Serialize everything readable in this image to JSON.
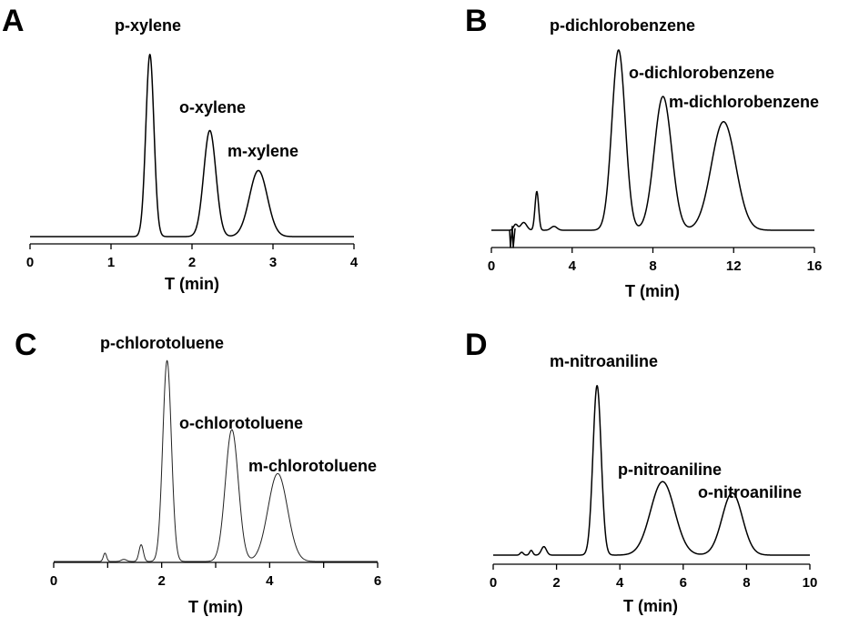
{
  "chart_data": [
    {
      "type": "line",
      "panel": "A",
      "xlabel": "T (min)",
      "xlim": [
        0,
        4
      ],
      "xticks": [
        "0",
        "1",
        "2",
        "3",
        "4"
      ],
      "ylabel": "",
      "peaks": [
        {
          "name": "p-xylene",
          "x": 1.48,
          "height": 0.91,
          "width": 0.05
        },
        {
          "name": "o-xylene",
          "x": 2.22,
          "height": 0.53,
          "width": 0.075
        },
        {
          "name": "m-xylene",
          "x": 2.82,
          "height": 0.33,
          "width": 0.11
        }
      ],
      "baseline": 0.0
    },
    {
      "type": "line",
      "panel": "B",
      "xlabel": "T (min)",
      "xlim": [
        0,
        16
      ],
      "xticks": [
        "0",
        "4",
        "8",
        "12",
        "16"
      ],
      "ylabel": "",
      "peaks": [
        {
          "name": "p-dichlorobenzene",
          "x": 6.3,
          "height": 0.93,
          "width": 0.33
        },
        {
          "name": "o-dichlorobenzene",
          "x": 8.5,
          "height": 0.69,
          "width": 0.43
        },
        {
          "name": "m-dichlorobenzene",
          "x": 11.5,
          "height": 0.56,
          "width": 0.6
        }
      ],
      "minor_peaks": [
        {
          "x": 1.2,
          "height": 0.03,
          "width": 0.1
        },
        {
          "x": 1.6,
          "height": 0.04,
          "width": 0.15
        },
        {
          "x": 2.25,
          "height": 0.2,
          "width": 0.09
        },
        {
          "x": 3.1,
          "height": 0.02,
          "width": 0.15
        }
      ],
      "baseline": 0.0
    },
    {
      "type": "line",
      "panel": "C",
      "xlabel": "T (min)",
      "xlim": [
        0,
        6
      ],
      "xticks": [
        "0",
        "1",
        "2",
        "3",
        "4",
        "5",
        "6"
      ],
      "xtick_labels": [
        "0",
        "2",
        "4",
        "6"
      ],
      "ylabel": "",
      "peaks": [
        {
          "name": "p-chlorotoluene",
          "x": 2.1,
          "height": 0.96,
          "width": 0.08
        },
        {
          "name": "o-chlorotoluene",
          "x": 3.3,
          "height": 0.63,
          "width": 0.12
        },
        {
          "name": "m-chlorotoluene",
          "x": 4.15,
          "height": 0.42,
          "width": 0.18
        }
      ],
      "minor_peaks": [
        {
          "x": 0.95,
          "height": 0.04,
          "width": 0.03
        },
        {
          "x": 1.3,
          "height": 0.01,
          "width": 0.05
        },
        {
          "x": 1.62,
          "height": 0.08,
          "width": 0.04
        }
      ],
      "baseline": 0.0
    },
    {
      "type": "line",
      "panel": "D",
      "xlabel": "T (min)",
      "xlim": [
        0,
        10
      ],
      "xticks": [
        "0",
        "2",
        "4",
        "6",
        "8",
        "10"
      ],
      "ylabel": "",
      "peaks": [
        {
          "name": "m-nitroaniline",
          "x": 3.28,
          "height": 0.9,
          "width": 0.13
        },
        {
          "name": "p-nitroaniline",
          "x": 5.35,
          "height": 0.39,
          "width": 0.38
        },
        {
          "name": "o-nitroaniline",
          "x": 7.55,
          "height": 0.33,
          "width": 0.32
        }
      ],
      "minor_peaks": [
        {
          "x": 0.9,
          "height": 0.015,
          "width": 0.05
        },
        {
          "x": 1.2,
          "height": 0.025,
          "width": 0.05
        },
        {
          "x": 1.6,
          "height": 0.045,
          "width": 0.08
        }
      ],
      "baseline": 0.0
    }
  ]
}
